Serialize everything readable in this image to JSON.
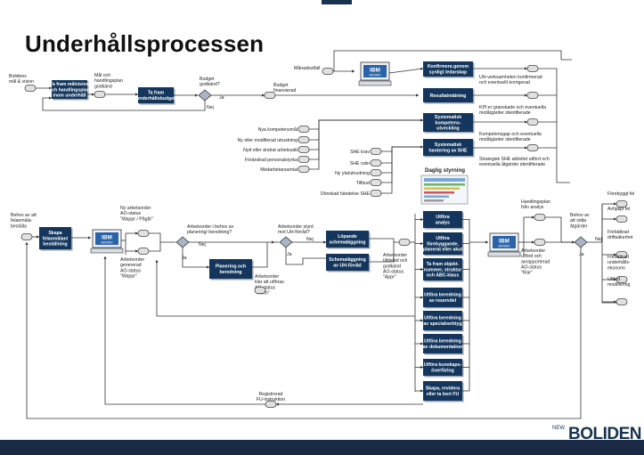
{
  "title": "Underhållsprocessen",
  "logo": "BOLIDEN",
  "logo_small": "NEW",
  "colors": {
    "box": "#14365c",
    "ibm": "#2a63a8",
    "footer": "#1b2a44"
  },
  "boxes": {
    "b1": [
      "Ta fram målvision",
      "och handlingsplan",
      "inom underhåll"
    ],
    "b2": [
      "Ta fram",
      "underhållsbudget"
    ],
    "k1": [
      "Konfirmera genom",
      "synligt ledarskap"
    ],
    "k2": [
      "Resultatmätning"
    ],
    "k3": [
      "Systematisk",
      "kompetens-",
      "utveckling"
    ],
    "k4": [
      "Systematisk",
      "hantering av SHE"
    ],
    "s1": [
      "Skapa",
      "felanmälan/",
      "beställning"
    ],
    "p1": [
      "Planering och",
      "beredning"
    ],
    "l1": [
      "Löpande",
      "schemaläggning"
    ],
    "l2": [
      "Schemaläggning",
      "av UH-förråd"
    ],
    "u1": [
      "Utföra",
      "analys"
    ],
    "u2": [
      "Utföra",
      "förebyggande,",
      "planerat eller akut"
    ],
    "u3": [
      "Ta fram objekt-",
      "nummer, struktur",
      "och ABC-klass"
    ],
    "u4": [
      "Utföra beredning",
      "av reservdel"
    ],
    "u5": [
      "Utföra beredning",
      "av specialverktyg"
    ],
    "u6": [
      "Utföra beredning",
      "av dokumentation"
    ],
    "u7": [
      "Utföra kunskaps-",
      "överföring"
    ],
    "u8": [
      "Skapa, revidera",
      "eller ta bort FU"
    ]
  },
  "labels": {
    "bolidens": [
      "Bolidens",
      "mål & vision"
    ],
    "mal": [
      "Mål och",
      "handlingsplan",
      "godkänd"
    ],
    "budget_q": [
      "Budget",
      "godkänd?"
    ],
    "budget_fin": [
      "Budget",
      "finansierad"
    ],
    "ja": "Ja",
    "nej": "Nej",
    "manadsuttfall": "Månadsutfall",
    "uh_verk": [
      "UH-verksamheten konfirmerad",
      "och eventuellt korrigerad"
    ],
    "kpi": [
      "KPI:er granskade och eventuella",
      "motåtgärder identifierade"
    ],
    "komp": [
      "Kompetensgap och eventuella",
      "motåtgärder identifierade"
    ],
    "strat": [
      "Strategisk SHE aktivitet utförd och",
      "eventuella åtgärder identifierade"
    ],
    "inputs_top": [
      "Nya kompetensmål",
      "Ny eller modifierad utrustning",
      "Nytt eller ändrat arbetssätt",
      "Förändrad personalstyrka",
      "Medarbetarsamtal"
    ],
    "inputs_she": [
      "SHE krav",
      "SHE rutin",
      "Ny yta/utrustning",
      "Tillbud",
      "Oönskad händelse SHE"
    ],
    "daglig": "Daglig styrning",
    "behov": [
      "Behov av att",
      "felanmäla-",
      "beställa"
    ],
    "ny_ao": [
      "Ny arbetsorder",
      "AO-status",
      "\"Wappr / Pågår\""
    ],
    "gen_ao": [
      "Arbetsorder",
      "genererad",
      "AO-status",
      "\"Wappr\""
    ],
    "ao_behov": [
      "Arbetsorder i behov av",
      "planering/ beredning?"
    ],
    "ao_styrd": [
      "Arbetsorder styrd",
      "mot UH-förråd?"
    ],
    "ao_klar": [
      "Arbetsorder",
      "klar att utföras",
      "AO-status",
      "\"Wsch\""
    ],
    "ao_tilldelad": [
      "Arbetsorder",
      "tilldelad och",
      "godkänd",
      "AO-status",
      "\"Appr\""
    ],
    "handling": [
      "Handlingsplan",
      "från analys"
    ],
    "ao_utford": [
      "Arbetsorder",
      "utförd och",
      "avrapporterad",
      "AO-status",
      "\"Klar\""
    ],
    "behov_vidta": [
      "Behov av",
      "att vidta",
      "åtgärder"
    ],
    "outputs": [
      [
        "Förebyggt fel"
      ],
      [
        "Avhjälpt fel"
      ],
      [
        "Förbättrad",
        "driftsäkerhet"
      ],
      [
        "Förbättrad",
        "underhålls-",
        "ekonomi"
      ],
      [
        "Utförd",
        "modifiering"
      ]
    ],
    "registrerad": [
      "Registrerad",
      "FU-instruktion"
    ],
    "ibm": "IBM",
    "maximo": "MAXIMO"
  }
}
